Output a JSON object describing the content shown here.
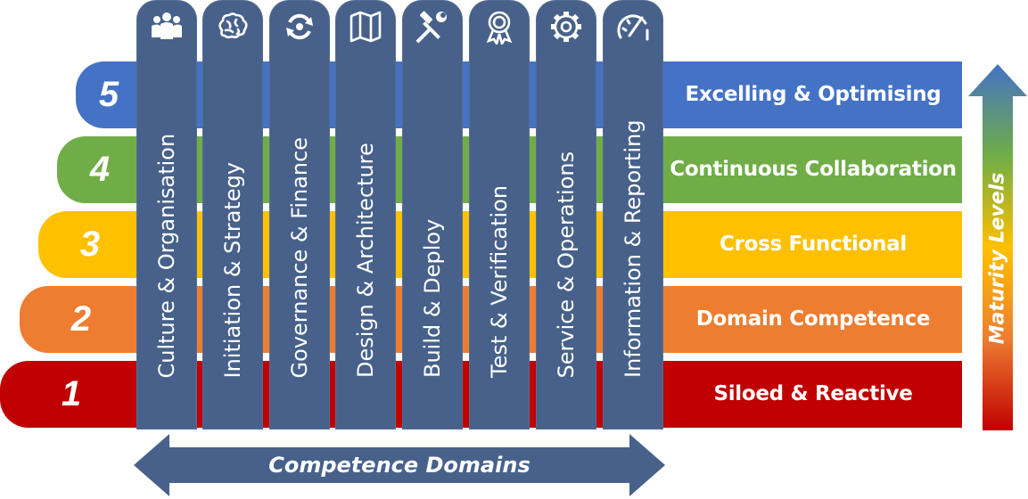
{
  "colors": {
    "level_5": "#4472c4",
    "level_4": "#70ad47",
    "level_3": "#ffc000",
    "level_2": "#ed7d31",
    "level_1": "#c00000",
    "column": "#47618a",
    "domains_arrow": "#47618a"
  },
  "levels": [
    {
      "number": "5",
      "label": "Excelling & Optimising",
      "color": "#4472c4"
    },
    {
      "number": "4",
      "label": "Continuous Collaboration",
      "color": "#70ad47"
    },
    {
      "number": "3",
      "label": "Cross Functional",
      "color": "#ffc000"
    },
    {
      "number": "2",
      "label": "Domain Competence",
      "color": "#ed7d31"
    },
    {
      "number": "1",
      "label": "Siloed & Reactive",
      "color": "#c00000"
    }
  ],
  "domains": [
    {
      "label": "Culture & Organisation",
      "icon": "people-group-icon"
    },
    {
      "label": "Initiation & Strategy",
      "icon": "brain-icon"
    },
    {
      "label": "Governance & Finance",
      "icon": "cycle-icon"
    },
    {
      "label": "Design & Architecture",
      "icon": "map-icon"
    },
    {
      "label": "Build & Deploy",
      "icon": "hammer-wrench-icon"
    },
    {
      "label": "Test & Verification",
      "icon": "award-ribbon-icon"
    },
    {
      "label": "Service & Operations",
      "icon": "gear-icon"
    },
    {
      "label": "Information & Reporting",
      "icon": "gauge-icon"
    }
  ],
  "axis": {
    "maturity_label": "Maturity Levels",
    "domains_label": "Competence Domains"
  }
}
